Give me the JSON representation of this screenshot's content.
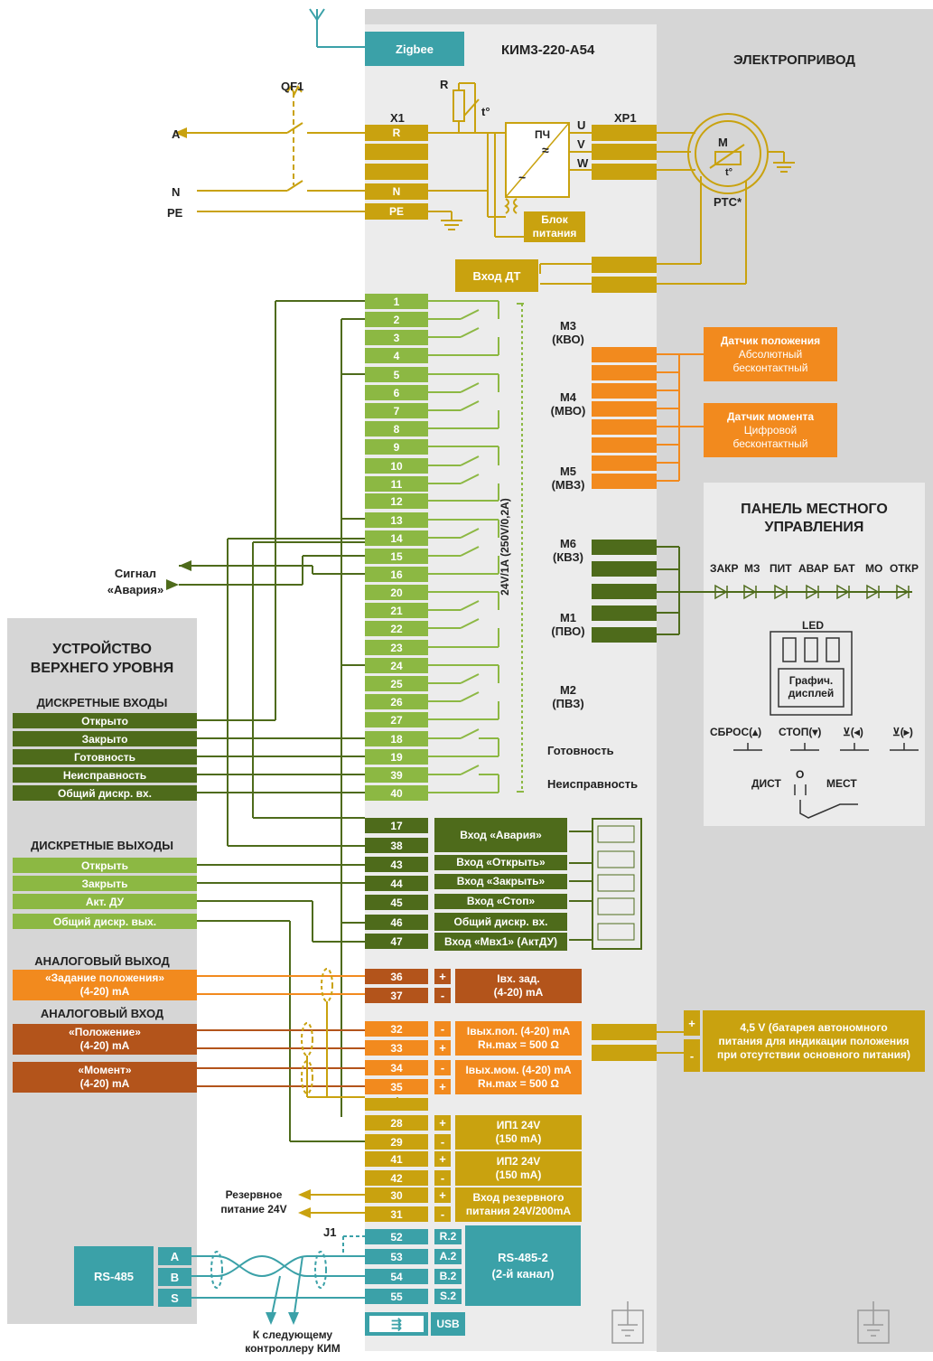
{
  "header": {
    "zigbee": "Zigbee",
    "device_model": "КИМ3-220-А54",
    "actuator_title": "ЭЛЕКТРОПРИВОД"
  },
  "power": {
    "qf1": "QF1",
    "x1": "X1",
    "r_label": "R",
    "t_label": "t°",
    "line_a": "A",
    "line_n": "N",
    "line_pe": "PE",
    "x1_terms": [
      "R",
      "",
      "",
      "N",
      "PE"
    ],
    "inverter": "ПЧ",
    "psu": "Блок питания",
    "xp1": "XP1",
    "phases": [
      "U",
      "V",
      "W"
    ],
    "motor": "M",
    "motor_t": "t°",
    "ptc": "PTC*",
    "dt_input": "Вход ДТ"
  },
  "relays": {
    "terminals": [
      "1",
      "2",
      "3",
      "4",
      "5",
      "6",
      "7",
      "8",
      "9",
      "10",
      "11",
      "12",
      "13",
      "14",
      "15",
      "16",
      "20",
      "21",
      "22",
      "23",
      "24",
      "25",
      "26",
      "27",
      "18",
      "19",
      "39",
      "40"
    ],
    "rating": "24V/1A (250V/0,2A)",
    "groups": [
      {
        "name": "М3",
        "sub": "(КВО)"
      },
      {
        "name": "М4",
        "sub": "(МВО)"
      },
      {
        "name": "М5",
        "sub": "(МВЗ)"
      },
      {
        "name": "М6",
        "sub": "(КВЗ)"
      },
      {
        "name": "М1",
        "sub": "(ПВО)"
      },
      {
        "name": "М2",
        "sub": "(ПВЗ)"
      }
    ],
    "ready": "Готовность",
    "fault": "Неисправность"
  },
  "sensors": {
    "position_title": "Датчик положения",
    "position_l1": "Абсолютный",
    "position_l2": "бесконтактный",
    "torque_title": "Датчик момента",
    "torque_l1": "Цифровой",
    "torque_l2": "бесконтактный"
  },
  "panel": {
    "title_l1": "ПАНЕЛЬ МЕСТНОГО",
    "title_l2": "УПРАВЛЕНИЯ",
    "leds": [
      "ЗАКР",
      "МЗ",
      "ПИТ",
      "АВАР",
      "БАТ",
      "МО",
      "ОТКР"
    ],
    "led_label": "LED",
    "display_l1": "Графич.",
    "display_l2": "дисплей",
    "btn_reset": "СБРОС(▴)",
    "btn_stop": "СТОП(▾)",
    "btn_3": "(◂)",
    "btn_4": "(▸)",
    "switch_remote": "ДИСТ",
    "switch_o": "О",
    "switch_local": "МЕСТ"
  },
  "alarm_signal": {
    "l1": "Сигнал",
    "l2": "«Авария»"
  },
  "upper": {
    "title_l1": "УСТРОЙСТВО",
    "title_l2": "ВЕРХНЕГО УРОВНЯ",
    "din_title": "ДИСКРЕТНЫЕ ВХОДЫ",
    "din": [
      "Открыто",
      "Закрыто",
      "Готовность",
      "Неисправность",
      "Общий дискр. вх."
    ],
    "dout_title": "ДИСКРЕТНЫЕ ВЫХОДЫ",
    "dout": [
      "Открыть",
      "Закрыть",
      "Акт. ДУ",
      "Общий дискр. вых."
    ],
    "aout_title": "АНАЛОГОВЫЙ ВЫХОД",
    "aout_l1": "«Задание положения»",
    "aout_l2": "(4-20) mA",
    "ain_title": "АНАЛОГОВЫЙ ВХОД",
    "ain1_l1": "«Положение»",
    "ain1_l2": "(4-20) mA",
    "ain2_l1": "«Момент»",
    "ain2_l2": "(4-20) mA",
    "rs485": "RS-485",
    "rs_pins": [
      "A",
      "B",
      "S"
    ]
  },
  "inputs": {
    "terminals": [
      "17",
      "38",
      "43",
      "44",
      "45",
      "46",
      "47"
    ],
    "labels": [
      "Вход «Авария»",
      "Вход «Открыть»",
      "Вход «Закрыть»",
      "Вход «Стоп»",
      "Общий дискр. вх.",
      "Вход «Мвх1» (АктДУ)"
    ]
  },
  "analog": {
    "in_terms": [
      "36",
      "37"
    ],
    "in_label_l1": "Iвх. зад.",
    "in_label_l2": "(4-20) mA",
    "out_terms": [
      "32",
      "33",
      "34",
      "35"
    ],
    "out1_l1": "Iвых.пол. (4-20) mA",
    "out1_l2": "Rн.max = 500 Ω",
    "out2_l1": "Iвых.мом. (4-20) mA",
    "out2_l2": "Rн.max = 500 Ω",
    "battery_l1": "4,5 V (батарея автономного",
    "battery_l2": "питания для индикации положения",
    "battery_l3": "при отсутствии основного питания)"
  },
  "supplies": {
    "terms": [
      "28",
      "29",
      "41",
      "42",
      "30",
      "31"
    ],
    "ip1_l1": "ИП1 24V",
    "ip1_l2": "(150 mA)",
    "ip2_l1": "ИП2 24V",
    "ip2_l2": "(150 mA)",
    "res_l1": "Вход резервного",
    "res_l2": "питания 24V/200mA",
    "reserve_out_l1": "Резервное",
    "reserve_out_l2": "питание 24V"
  },
  "rs485ch": {
    "terms": [
      "52",
      "53",
      "54",
      "55"
    ],
    "pins": [
      "R.2",
      "A.2",
      "B.2",
      "S.2"
    ],
    "title_l1": "RS-485-2",
    "title_l2": "(2-й канал)",
    "j1": "J1",
    "usb": "USB",
    "next_l1": "К следующему",
    "next_l2": "контроллеру КИМ"
  },
  "signs": {
    "plus": "+",
    "minus": "-"
  }
}
